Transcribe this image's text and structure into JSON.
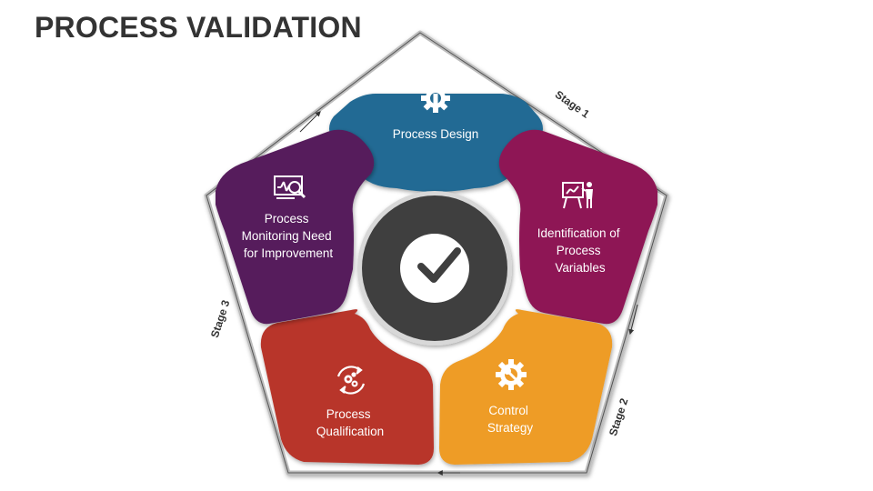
{
  "title": "PROCESS VALIDATION",
  "segments": [
    {
      "name": "process-design",
      "lines": [
        "Process Design"
      ],
      "color": "#236B94",
      "icon": "gear-pencil-icon"
    },
    {
      "name": "identification",
      "lines": [
        "Identification of",
        "Process",
        "Variables"
      ],
      "color": "#8E1654",
      "icon": "presentation-icon"
    },
    {
      "name": "control-strategy",
      "lines": [
        "Control",
        "Strategy"
      ],
      "color": "#EE9C28",
      "icon": "gear-wrench-icon"
    },
    {
      "name": "process-qualification",
      "lines": [
        "Process",
        "Qualification"
      ],
      "color": "#B8352B",
      "icon": "gears-cycle-icon"
    },
    {
      "name": "process-monitoring",
      "lines": [
        "Process",
        "Monitoring Need",
        "for Improvement"
      ],
      "color": "#561B5B",
      "icon": "monitor-magnifier-icon"
    }
  ],
  "stages": [
    "Stage 1",
    "Stage 2",
    "Stage 3"
  ],
  "center": {
    "icon": "checkmark-icon",
    "color": "#3F3F3F"
  }
}
